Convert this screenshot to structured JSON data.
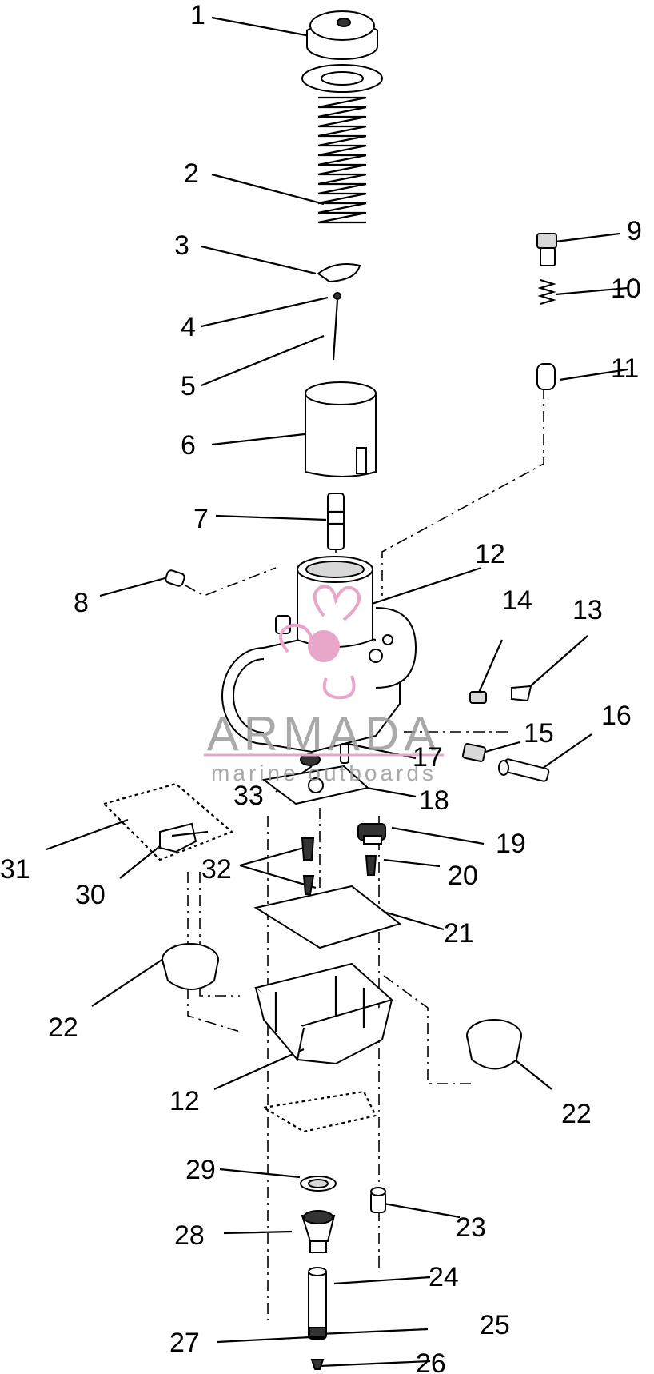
{
  "callouts": [
    {
      "id": "c1",
      "label": "1"
    },
    {
      "id": "c2",
      "label": "2"
    },
    {
      "id": "c3",
      "label": "3"
    },
    {
      "id": "c4",
      "label": "4"
    },
    {
      "id": "c5",
      "label": "5"
    },
    {
      "id": "c6",
      "label": "6"
    },
    {
      "id": "c7",
      "label": "7"
    },
    {
      "id": "c8",
      "label": "8"
    },
    {
      "id": "c9",
      "label": "9"
    },
    {
      "id": "c10",
      "label": "10"
    },
    {
      "id": "c11",
      "label": "11"
    },
    {
      "id": "c12a",
      "label": "12"
    },
    {
      "id": "c13",
      "label": "13"
    },
    {
      "id": "c14",
      "label": "14"
    },
    {
      "id": "c15",
      "label": "15"
    },
    {
      "id": "c16",
      "label": "16"
    },
    {
      "id": "c17",
      "label": "17"
    },
    {
      "id": "c18",
      "label": "18"
    },
    {
      "id": "c19",
      "label": "19"
    },
    {
      "id": "c20",
      "label": "20"
    },
    {
      "id": "c21",
      "label": "21"
    },
    {
      "id": "c22a",
      "label": "22"
    },
    {
      "id": "c22b",
      "label": "22"
    },
    {
      "id": "c12b",
      "label": "12"
    },
    {
      "id": "c23",
      "label": "23"
    },
    {
      "id": "c24",
      "label": "24"
    },
    {
      "id": "c25",
      "label": "25"
    },
    {
      "id": "c26",
      "label": "26"
    },
    {
      "id": "c27",
      "label": "27"
    },
    {
      "id": "c28",
      "label": "28"
    },
    {
      "id": "c29",
      "label": "29"
    },
    {
      "id": "c30",
      "label": "30"
    },
    {
      "id": "c31",
      "label": "31"
    },
    {
      "id": "c32",
      "label": "32"
    },
    {
      "id": "c33",
      "label": "33"
    }
  ],
  "watermark": {
    "brand": "ARMADA",
    "tagline": "marine outboards",
    "color": "#e8a6c8"
  }
}
